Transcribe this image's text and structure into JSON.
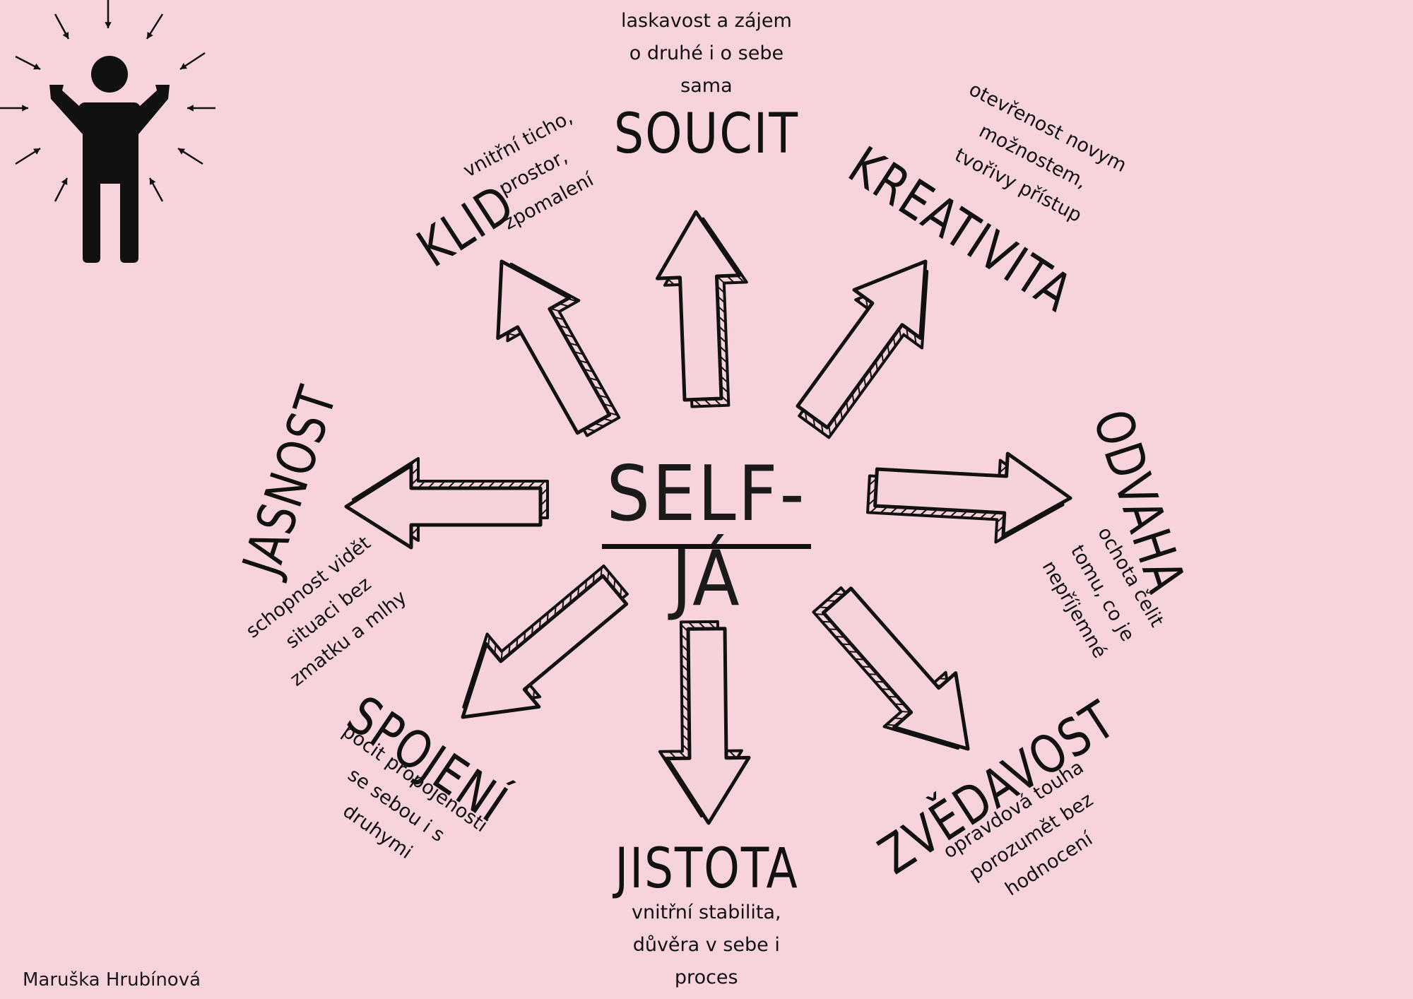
{
  "center": {
    "title": "SELF-JÁ"
  },
  "author": "Maruška Hrubínová",
  "qualities": [
    {
      "id": "soucit",
      "name": "SOUCIT",
      "description": "laskavost a zájem\no druhé i o sebe\nsama"
    },
    {
      "id": "klid",
      "name": "KLID",
      "description": "vnitřní ticho,\nprostor,\nzpomalení"
    },
    {
      "id": "kreativita",
      "name": "KREATIVITA",
      "description": "otevřenost novym\nmožnostem,\ntvořivy přístup"
    },
    {
      "id": "jasnost",
      "name": "JASNOST",
      "description": "schopnost vidět\nsituaci bez\nzmatku a mlhy"
    },
    {
      "id": "odvaha",
      "name": "ODVAHA",
      "description": "ochota čelit\ntomu, co je\nnepříjemné"
    },
    {
      "id": "spojeni",
      "name": "SPOJENÍ",
      "description": "pocit propojenosti\nse sebou i s\ndruhymi"
    },
    {
      "id": "jistota",
      "name": "JISTOTA",
      "description": "vnitřní stabilita,\ndůvěra v sebe i\nproces"
    },
    {
      "id": "zvedavost",
      "name": "ZVĚDAVOST",
      "description": "opravdová touha\nporozumět bez\nhodnocení"
    }
  ],
  "colors": {
    "background": "#f7d3db",
    "arrow_fill": "#f6d2da",
    "ink": "#111111"
  },
  "icons": [
    "person-icon",
    "arrow-icon"
  ]
}
